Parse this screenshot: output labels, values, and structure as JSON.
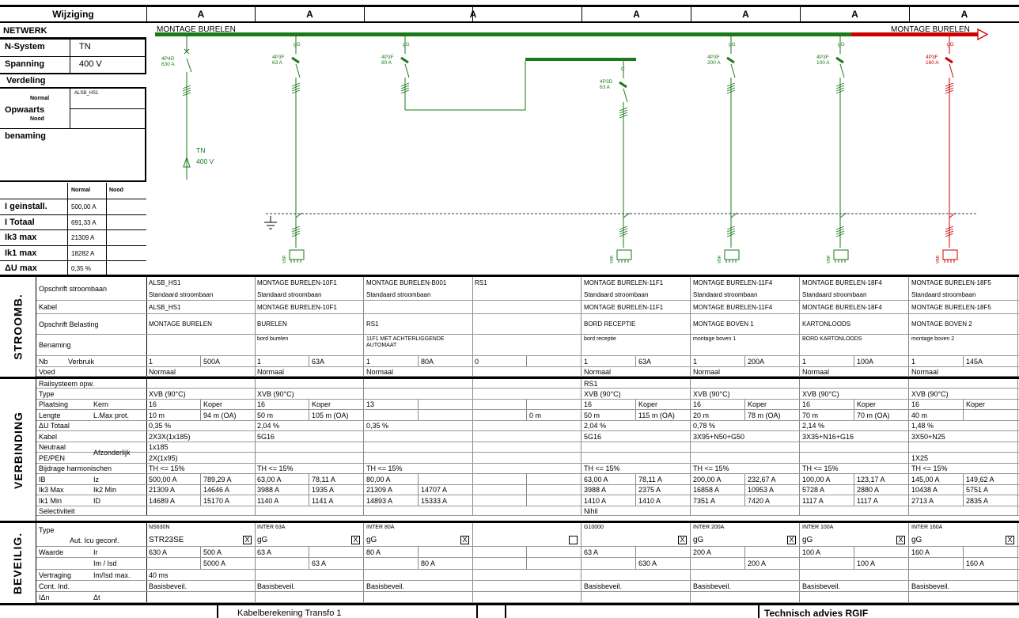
{
  "header": {
    "label": "Wijziging",
    "revisions": [
      "A",
      "A",
      "A",
      "A",
      "A",
      "A",
      "A"
    ]
  },
  "left": {
    "netwerk": "NETWERK",
    "nsystem_label": "N-System",
    "nsystem_value": "TN",
    "spanning_label": "Spanning",
    "spanning_value": "400 V",
    "verdeling": "Verdeling",
    "normal": "Normal",
    "opwaarts": "Opwaarts",
    "nood": "Nood",
    "opwaarts_normal_value": "ALSB_HS1",
    "benaming": "benaming",
    "col_normal": "Normal",
    "col_nood": "Nood",
    "rows": [
      {
        "label": "I geinstall.",
        "value": "500,00 A"
      },
      {
        "label": "I Totaal",
        "value": "691,33 A"
      },
      {
        "label": "Ik3 max",
        "value": "21309 A"
      },
      {
        "label": "Ik1 max",
        "value": "18282 A"
      },
      {
        "label": "ΔU max",
        "value": "0,35 %"
      }
    ]
  },
  "diagram": {
    "bus_left_label": "MONTAGE BURELEN",
    "bus_right_label": "MONTAGE BURELEN",
    "colors": {
      "green": "#1a7a1a",
      "red": "#cc0000"
    },
    "incomer": {
      "type": "4P4D",
      "rating": "630 A",
      "sys": "TN",
      "volt": "400 V"
    },
    "feeders": [
      {
        "cls": "gG",
        "type": "4P3F",
        "rating": "63 A"
      },
      {
        "cls": "gG",
        "type": "4P3F",
        "rating": "80 A"
      },
      {
        "cls": "C",
        "type": "4P3D",
        "rating": "63 A"
      },
      {
        "cls": "gG",
        "type": "4P3F",
        "rating": "200 A"
      },
      {
        "cls": "gG",
        "type": "4P3F",
        "rating": "100 A"
      },
      {
        "cls": "gG",
        "type": "4P3F",
        "rating": "160 A"
      }
    ],
    "load_tag": "VBR"
  },
  "sections": {
    "stroomb": "STROOMB.",
    "verbinding": "VERBINDING",
    "beveilig": "BEVEILIG."
  },
  "labels": {
    "opschrift_stroombaan": "Opschrift stroombaan",
    "kabel": "Kabel",
    "opschrift_belasting": "Opschrift Belasting",
    "benaming": "Benaming",
    "nb": "Nb",
    "verbruik": "Verbruik",
    "voed": "Voed",
    "railsysteem": "Railsysteem opw.",
    "type": "Type",
    "plaatsing": "Plaatsing",
    "kern": "Kern",
    "lengte": "Lengte",
    "lmax": "L.Max prot.",
    "du_totaal": "ΔU Totaal",
    "kabel2": "Kabel",
    "neutraal": "Neutraal",
    "pepen": "PE/PEN",
    "afzonderlijk": "Afzonderlijk",
    "harmonischen": "Bijdrage harmonischen",
    "ib": "IB",
    "iz": "Iz",
    "ik3max": "Ik3 Max",
    "ik2min": "Ik2 Min",
    "ik1min": "Ik1 Min",
    "id": "ID",
    "selectiviteit": "Selectiviteit",
    "type_b": "Type",
    "aut_icu": "Aut. Icu geconf.",
    "waarde": "Waarde",
    "ir": "Ir",
    "imisd": "Im / Isd",
    "vertraging": "Vertraging",
    "imisdmax": "Im/Isd max.",
    "cont_ind": "Cont. Ind.",
    "idn": "IΔn",
    "dt": "Δt"
  },
  "columns": [
    {
      "opschrift": "ALSB_HS1",
      "stroombaan": "Standaard stroombaan",
      "kabel": "ALSB_HS1",
      "belasting": "MONTAGE BURELEN",
      "benaming": "",
      "nb": "1",
      "verbruik": "500A",
      "voed": "Normaal",
      "rail": "",
      "type": "XVB (90°C)",
      "kern": "16",
      "kern_mat": "Koper",
      "lengte": "10 m",
      "lmax": "94 m (OA)",
      "du": "0,35 %",
      "kabel2": "2X3X(1x185)",
      "neutraal": "1x185",
      "pepen": "2X(1x95)",
      "harm": "TH <= 15%",
      "ib": "500,00 A",
      "iz": "789,29 A",
      "ik3": "21309 A",
      "ik2": "14646 A",
      "ik1": "14689 A",
      "id": "15170 A",
      "sel": "",
      "btype": "NS630N",
      "icu": "STR23SE",
      "chk": "X",
      "ir1": "630 A",
      "ir2": "500 A",
      "im1": "",
      "im2": "5000 A",
      "vert": "40 ms",
      "cont": "Basisbeveil."
    },
    {
      "opschrift": "MONTAGE BURELEN-10F1",
      "stroombaan": "Standaard stroombaan",
      "kabel": "MONTAGE BURELEN-10F1",
      "belasting": "BURELEN",
      "benaming": "bord burelen",
      "nb": "1",
      "verbruik": "63A",
      "voed": "Normaal",
      "rail": "",
      "type": "XVB (90°C)",
      "kern": "16",
      "kern_mat": "Koper",
      "lengte": "50 m",
      "lmax": "105 m (OA)",
      "du": "2,04 %",
      "kabel2": "5G16",
      "neutraal": "",
      "pepen": "",
      "harm": "TH <= 15%",
      "ib": "63,00 A",
      "iz": "78,11 A",
      "ik3": "3988 A",
      "ik2": "1935 A",
      "ik1": "1140 A",
      "id": "1141 A",
      "sel": "",
      "btype": "INTER 63A",
      "icu": "gG",
      "chk": "X",
      "ir1": "63 A",
      "ir2": "",
      "im1": "",
      "im2": "63 A",
      "vert": "",
      "cont": "Basisbeveil."
    },
    {
      "opschrift": "MONTAGE BURELEN-B001",
      "stroombaan": "Standaard stroombaan",
      "kabel": "",
      "belasting": "RS1",
      "benaming": "11F1 MET ACHTERLIGGENDE AUTOMAAT",
      "nb": "1",
      "verbruik": "80A",
      "voed": "Normaal",
      "rail": "",
      "type": "",
      "kern": "13",
      "kern_mat": "",
      "lengte": "",
      "lmax": "",
      "du": "0,35 %",
      "kabel2": "",
      "neutraal": "",
      "pepen": "",
      "harm": "TH <= 15%",
      "ib": "80,00 A",
      "iz": "",
      "ik3": "21309 A",
      "ik2": "14707 A",
      "ik1": "14893 A",
      "id": "15333 A",
      "sel": "",
      "btype": "INTER 80A",
      "icu": "gG",
      "chk": "X",
      "ir1": "80 A",
      "ir2": "",
      "im1": "",
      "im2": "80 A",
      "vert": "",
      "cont": "Basisbeveil."
    },
    {
      "opschrift": "RS1",
      "stroombaan": "",
      "kabel": "",
      "belasting": "",
      "benaming": "",
      "nb": "0",
      "verbruik": "",
      "voed": "",
      "rail": "",
      "type": "",
      "kern": "",
      "kern_mat": "",
      "lengte": "",
      "lmax": "0 m",
      "du": "",
      "kabel2": "",
      "neutraal": "",
      "pepen": "",
      "harm": "",
      "ib": "",
      "iz": "",
      "ik3": "",
      "ik2": "",
      "ik1": "",
      "id": "",
      "sel": "",
      "btype": "",
      "icu": "",
      "chk": "",
      "ir1": "",
      "ir2": "",
      "im1": "",
      "im2": "",
      "vert": "",
      "cont": ""
    },
    {
      "opschrift": "MONTAGE BURELEN-11F1",
      "stroombaan": "Standaard stroombaan",
      "kabel": "MONTAGE BURELEN-11F1",
      "belasting": "BORD RECEPTIE",
      "benaming": "bord receptie",
      "nb": "1",
      "verbruik": "63A",
      "voed": "Normaal",
      "rail": "RS1",
      "type": "XVB (90°C)",
      "kern": "16",
      "kern_mat": "Koper",
      "lengte": "50 m",
      "lmax": "115 m (OA)",
      "du": "2,04 %",
      "kabel2": "5G16",
      "neutraal": "",
      "pepen": "",
      "harm": "TH <= 15%",
      "ib": "63,00 A",
      "iz": "78,11 A",
      "ik3": "3988 A",
      "ik2": "2375 A",
      "ik1": "1410 A",
      "id": "1410 A",
      "sel": "Nihil",
      "btype": "G10000",
      "icu": "",
      "chk": "X",
      "ir1": "63 A",
      "ir2": "",
      "im1": "",
      "im2": "630 A",
      "vert": "",
      "cont": "Basisbeveil."
    },
    {
      "opschrift": "MONTAGE BURELEN-11F4",
      "stroombaan": "Standaard stroombaan",
      "kabel": "MONTAGE BURELEN-11F4",
      "belasting": "MONTAGE BOVEN 1",
      "benaming": "montage boven 1",
      "nb": "1",
      "verbruik": "200A",
      "voed": "Normaal",
      "rail": "",
      "type": "XVB (90°C)",
      "kern": "16",
      "kern_mat": "Koper",
      "lengte": "20 m",
      "lmax": "78 m (OA)",
      "du": "0,78 %",
      "kabel2": "3X95+N50+G50",
      "neutraal": "",
      "pepen": "",
      "harm": "TH <= 15%",
      "ib": "200,00 A",
      "iz": "232,67 A",
      "ik3": "16858 A",
      "ik2": "10953 A",
      "ik1": "7351 A",
      "id": "7420 A",
      "sel": "",
      "btype": "INTER 200A",
      "icu": "gG",
      "chk": "X",
      "ir1": "200 A",
      "ir2": "",
      "im1": "",
      "im2": "200 A",
      "vert": "",
      "cont": "Basisbeveil."
    },
    {
      "opschrift": "MONTAGE BURELEN-18F4",
      "stroombaan": "Standaard stroombaan",
      "kabel": "MONTAGE BURELEN-18F4",
      "belasting": "KARTONLOODS",
      "benaming": "BORD KARTONLOODS",
      "nb": "1",
      "verbruik": "100A",
      "voed": "Normaal",
      "rail": "",
      "type": "XVB (90°C)",
      "kern": "16",
      "kern_mat": "Koper",
      "lengte": "70 m",
      "lmax": "70 m (OA)",
      "du": "2,14 %",
      "kabel2": "3X35+N16+G16",
      "neutraal": "",
      "pepen": "",
      "harm": "TH <= 15%",
      "ib": "100,00 A",
      "iz": "123,17 A",
      "ik3": "5728 A",
      "ik2": "2880 A",
      "ik1": "1117 A",
      "id": "1117 A",
      "sel": "",
      "btype": "INTER 100A",
      "icu": "gG",
      "chk": "X",
      "ir1": "100 A",
      "ir2": "",
      "im1": "",
      "im2": "100 A",
      "vert": "",
      "cont": "Basisbeveil."
    },
    {
      "opschrift": "MONTAGE BURELEN-18F5",
      "stroombaan": "Standaard stroombaan",
      "kabel": "MONTAGE BURELEN-18F5",
      "belasting": "MONTAGE BOVEN 2",
      "benaming": "montage boven 2",
      "nb": "1",
      "verbruik": "145A",
      "voed": "Normaal",
      "rail": "",
      "type": "XVB (90°C)",
      "kern": "16",
      "kern_mat": "Koper",
      "lengte": "40 m",
      "lmax": "",
      "du": "1,48 %",
      "kabel2": "3X50+N25",
      "neutraal": "",
      "pepen": "1X25",
      "harm": "TH <= 15%",
      "ib": "145,00 A",
      "iz": "149,62 A",
      "ik3": "10438 A",
      "ik2": "5751 A",
      "ik1": "2713 A",
      "id": "2835 A",
      "sel": "",
      "btype": "INTER 160A",
      "icu": "gG",
      "chk": "X",
      "ir1": "160 A",
      "ir2": "",
      "im1": "",
      "im2": "160 A",
      "vert": "",
      "cont": "Basisbeveil."
    }
  ],
  "footer": {
    "title": "Kabelberekening Transfo 1",
    "company": "Technisch advies  RGIF"
  }
}
